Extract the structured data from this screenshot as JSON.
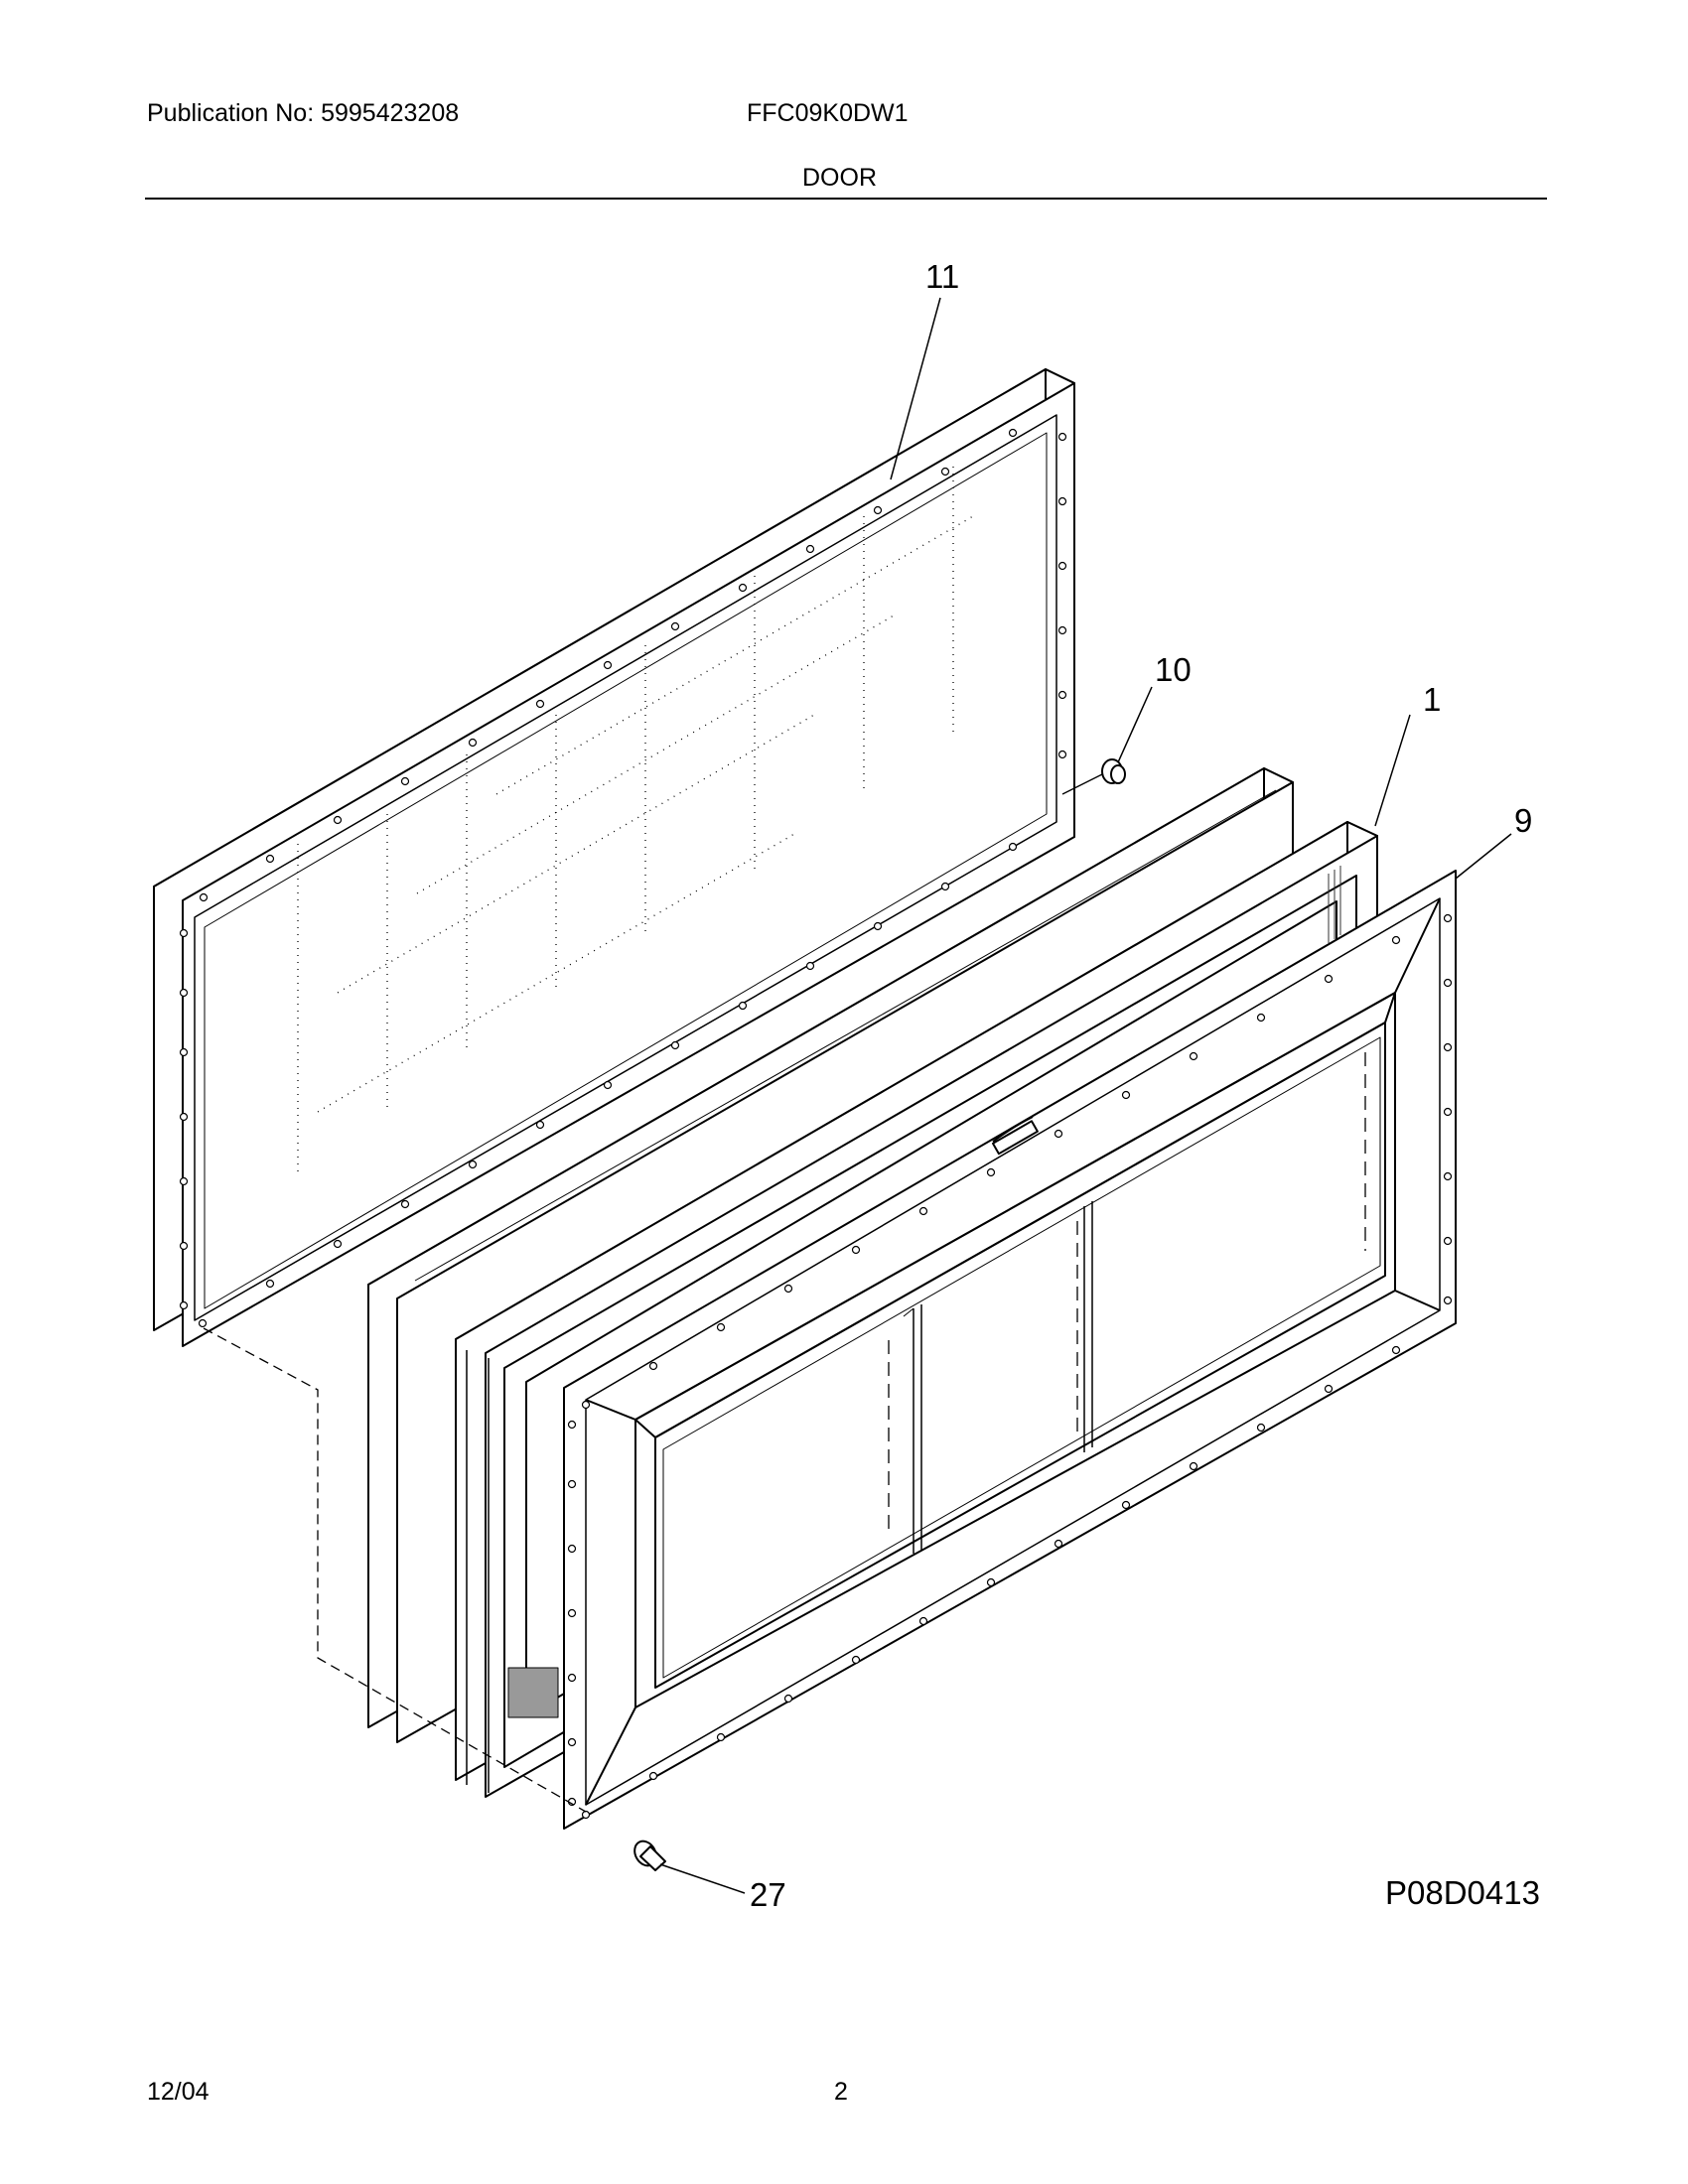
{
  "header": {
    "publication": "Publication No: 5995423208",
    "model": "FFC09K0DW1",
    "section": "DOOR"
  },
  "callouts": [
    "11",
    "10",
    "1",
    "9",
    "27"
  ],
  "figure_code": "P08D0413",
  "footer": {
    "date": "12/04",
    "page": "2"
  }
}
